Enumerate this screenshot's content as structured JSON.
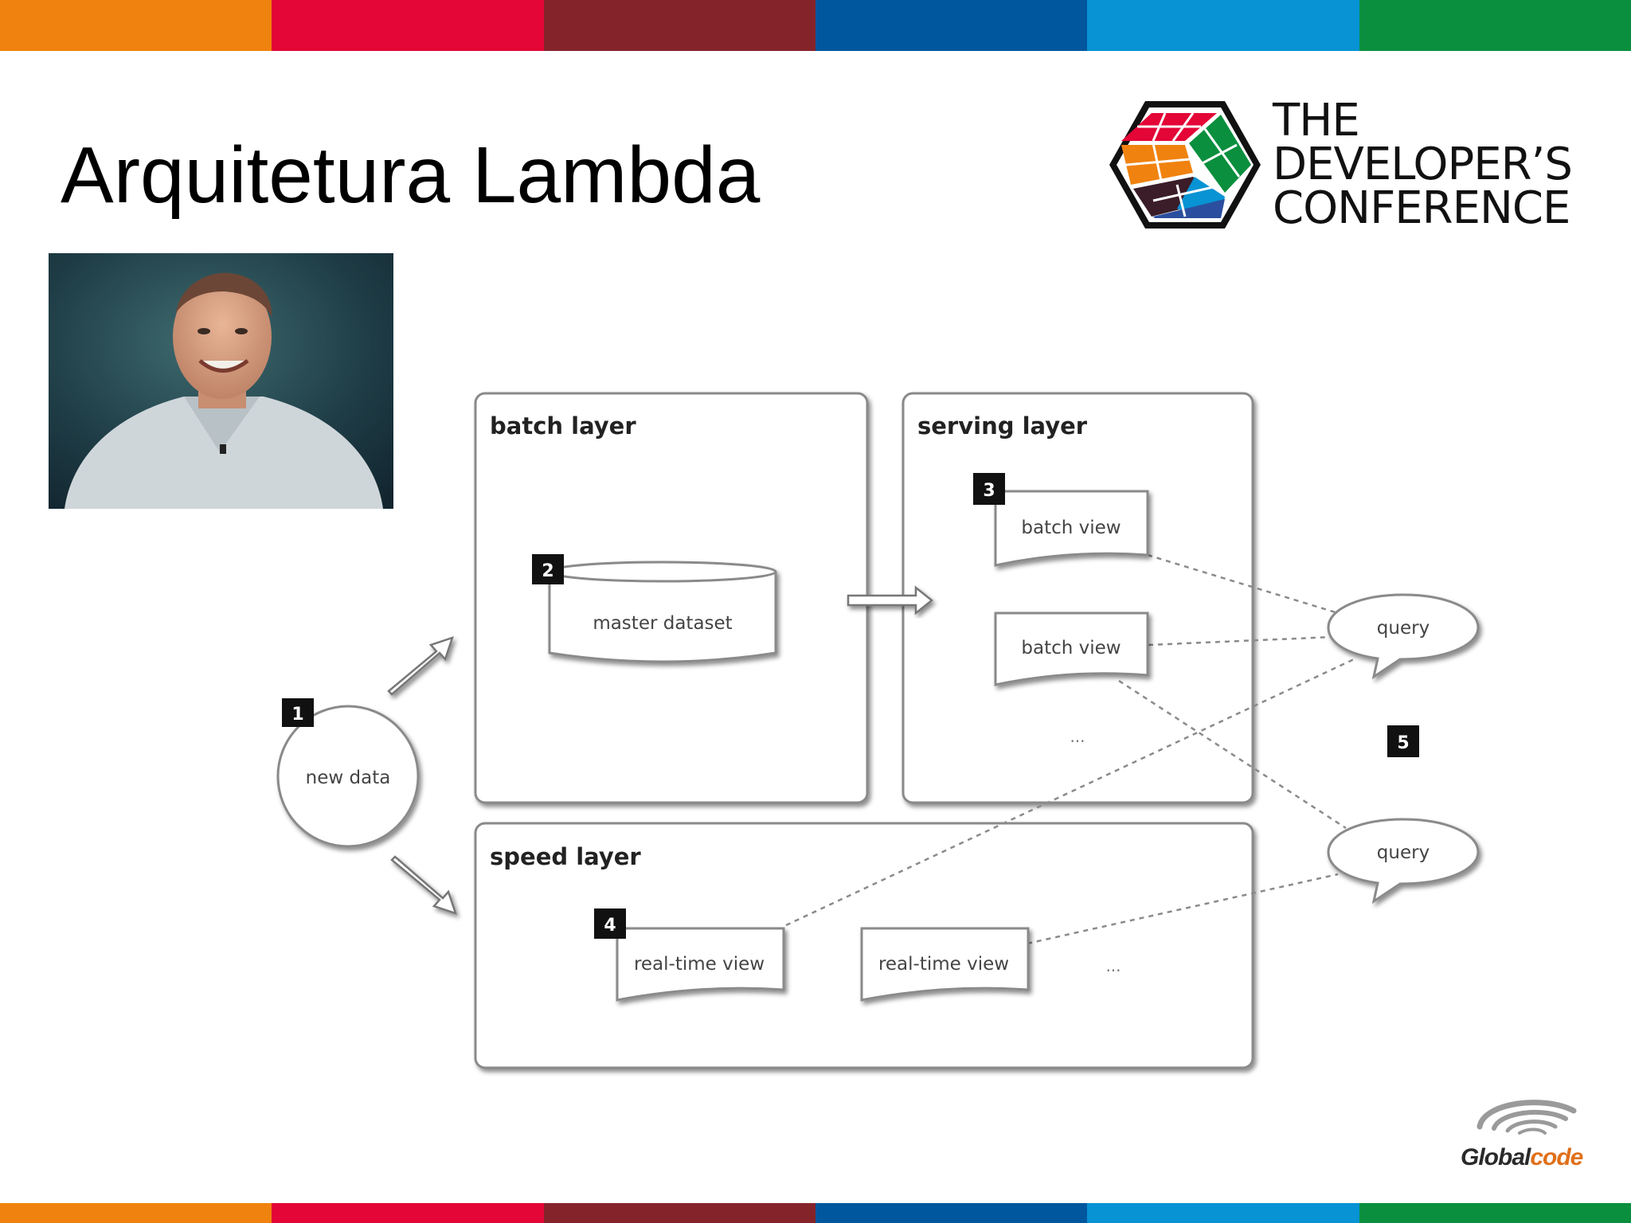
{
  "slide": {
    "title": "Arquitetura Lambda",
    "stripe_colors": [
      "#f0820f",
      "#e30636",
      "#85232b",
      "#00579e",
      "#0793d4",
      "#0a8f3e"
    ]
  },
  "conference_logo": {
    "line1": "THE",
    "line2": "DEVELOPER’S",
    "line3": "CONFERENCE"
  },
  "sponsor_logo": {
    "part1": "Global",
    "part2": "code"
  },
  "diagram": {
    "batch_layer": {
      "label": "batch layer"
    },
    "serving_layer": {
      "label": "serving layer"
    },
    "speed_layer": {
      "label": "speed layer"
    },
    "new_data": {
      "label": "new data",
      "number": "1"
    },
    "master_dataset": {
      "label": "master dataset",
      "number": "2"
    },
    "batch_view_1": {
      "label": "batch view",
      "number": "3"
    },
    "batch_view_2": {
      "label": "batch view"
    },
    "serving_ellipsis": "...",
    "realtime_view_1": {
      "label": "real-time view",
      "number": "4"
    },
    "realtime_view_2": {
      "label": "real-time view"
    },
    "speed_ellipsis": "...",
    "query_1": {
      "label": "query"
    },
    "query_2": {
      "label": "query"
    },
    "query_number": "5"
  }
}
